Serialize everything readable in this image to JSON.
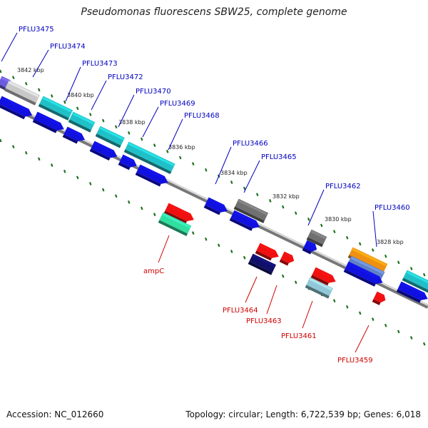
{
  "title": "Pseudomonas fluorescens SBW25, complete genome",
  "footer": {
    "accession_label": "Accession:",
    "accession": "NC_012660",
    "topology_label": "Topology:",
    "topology": "circular;",
    "length_label": "Length:",
    "length": "6,722,539 bp;",
    "genes_label": "Genes:",
    "genes": "6,018"
  },
  "ruler_labels": [
    "3842 kbp",
    "3840 kbp",
    "3838 kbp",
    "3836 kbp",
    "3834 kbp",
    "3832 kbp",
    "3830 kbp",
    "3828 kbp"
  ],
  "gene_labels": {
    "upper": [
      "PFLU3475",
      "PFLU3474",
      "PFLU3473",
      "PFLU3472",
      "PFLU3470",
      "PFLU3469",
      "PFLU3468",
      "PFLU3466",
      "PFLU3465",
      "PFLU3462",
      "PFLU3460"
    ],
    "lower": [
      "ampC",
      "PFLU3464",
      "PFLU3463",
      "PFLU3461",
      "PFLU3459"
    ]
  },
  "colors": {
    "blue_gene": "#1010e0",
    "cyan_gene": "#20c0c8",
    "red_gene": "#f01010",
    "navy_gene": "#10106a",
    "green_gene": "#30e0a0",
    "grey_gene": "#707070",
    "orange_gene": "#f09010",
    "upper_label": "#0000c0",
    "lower_label": "#d00000",
    "tick": "#207020"
  }
}
